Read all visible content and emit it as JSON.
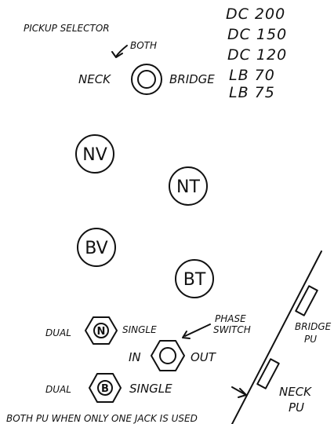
{
  "pickup_selector": {
    "title": "PICKUP SELECTOR",
    "both": "BOTH",
    "neck": "NECK",
    "bridge": "BRIDGE"
  },
  "models": [
    "DC 200",
    "DC 150",
    "DC 120",
    "LB 70",
    "LB 75"
  ],
  "knobs": {
    "nv": "NV",
    "nt": "NT",
    "bv": "BV",
    "bt": "BT"
  },
  "switches": {
    "n_switch": {
      "mark": "N",
      "left": "DUAL",
      "right": "SINGLE"
    },
    "phase_switch": {
      "label_line1": "PHASE",
      "label_line2": "SWITCH",
      "left": "IN",
      "right": "OUT"
    },
    "b_switch": {
      "mark": "B",
      "left": "DUAL",
      "right": "SINGLE"
    }
  },
  "pickups": {
    "bridge_line1": "BRIDGE",
    "bridge_line2": "PU",
    "neck_line1": "NECK",
    "neck_line2": "PU"
  },
  "footnote": "BOTH PU WHEN ONLY ONE JACK IS USED"
}
